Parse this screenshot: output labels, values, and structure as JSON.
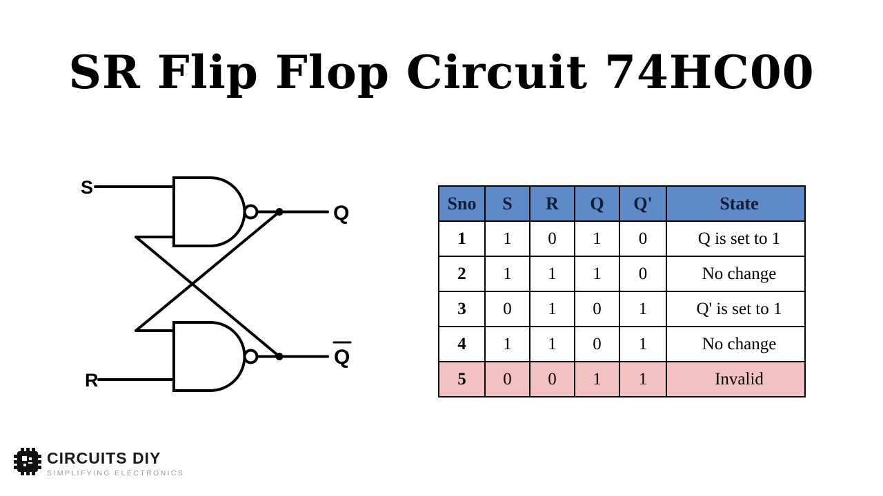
{
  "title": "SR Flip Flop Circuit 74HC00",
  "circuit": {
    "input_s": "S",
    "input_r": "R",
    "output_q": "Q",
    "output_qbar": "Q"
  },
  "truth_table": {
    "headers": [
      "Sno",
      "S",
      "R",
      "Q",
      "Q'",
      "State"
    ],
    "rows": [
      [
        "1",
        "1",
        "0",
        "1",
        "0",
        "Q is set to 1"
      ],
      [
        "2",
        "1",
        "1",
        "1",
        "0",
        "No change"
      ],
      [
        "3",
        "0",
        "1",
        "0",
        "1",
        "Q' is set to 1"
      ],
      [
        "4",
        "1",
        "1",
        "0",
        "1",
        "No change"
      ],
      [
        "5",
        "0",
        "0",
        "1",
        "1",
        "Invalid"
      ]
    ],
    "colors": {
      "header_bg": "#5e8ac7",
      "header_text": "#101c3a",
      "invalid_row_bg": "#f2c2c2",
      "border": "#000000"
    }
  },
  "logo": {
    "brand": "CIRCUITS DIY",
    "tagline": "SIMPLIFYING ELECTRONICS"
  }
}
